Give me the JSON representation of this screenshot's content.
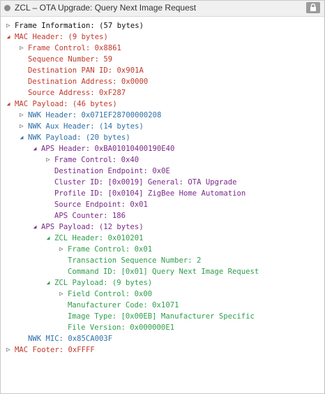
{
  "window": {
    "title": "ZCL – OTA Upgrade: Query Next Image Request"
  },
  "colors": {
    "frame": "#111111",
    "mac": "#c0392b",
    "nwk": "#2e6fa8",
    "aps": "#7b2a8a",
    "zcl": "#2f9e4c"
  },
  "tree": {
    "frame_info": "Frame Information: (57 bytes)",
    "mac_header": "MAC Header: (9 bytes)",
    "mac_frame_control": "Frame Control: 0x8861",
    "mac_sequence": "Sequence Number: 59",
    "mac_dest_pan": "Destination PAN ID: 0x901A",
    "mac_dest_addr": "Destination Address: 0x0000",
    "mac_src_addr": "Source Address: 0xF287",
    "mac_payload": "MAC Payload: (46 bytes)",
    "nwk_header": "NWK Header: 0x071EF28700000208",
    "nwk_aux_header": "NWK Aux Header: (14 bytes)",
    "nwk_payload": "NWK Payload: (20 bytes)",
    "aps_header": "APS Header: 0xBA01010400190E40",
    "aps_frame_control": "Frame Control: 0x40",
    "aps_dest_endpoint": "Destination Endpoint: 0x0E",
    "aps_cluster": "Cluster ID: [0x0019] General: OTA Upgrade",
    "aps_profile": "Profile ID: [0x0104] ZigBee Home Automation",
    "aps_src_endpoint": "Source Endpoint: 0x01",
    "aps_counter": "APS Counter: 186",
    "aps_payload": "APS Payload: (12 bytes)",
    "zcl_header": "ZCL Header: 0x010201",
    "zcl_frame_control": "Frame Control: 0x01",
    "zcl_tsn": "Transaction Sequence Number: 2",
    "zcl_command": "Command ID: [0x01] Query Next Image Request",
    "zcl_payload": "ZCL Payload: (9 bytes)",
    "zcl_field_control": "Field Control: 0x00",
    "zcl_manufacturer": "Manufacturer Code: 0x1071",
    "zcl_image_type": "Image Type: [0x00EB] Manufacturer Specific",
    "zcl_file_version": "File Version: 0x000000E1",
    "nwk_mic": "NWK MIC: 0x85CA003F",
    "mac_footer": "MAC Footer: 0xFFFF"
  }
}
